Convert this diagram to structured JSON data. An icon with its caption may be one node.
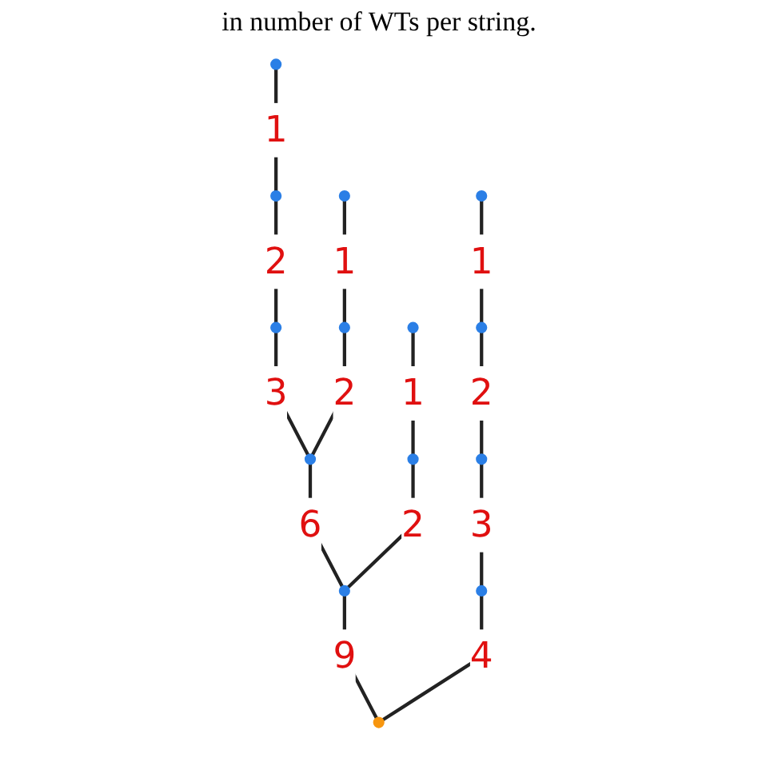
{
  "diagram": {
    "nodes": [
      {
        "text": [],
        "shape": "circle"
      },
      {
        "text": [],
        "shape": "circle"
      },
      {
        "text": [],
        "shape": "circle"
      },
      {
        "text": [],
        "shape": "circle"
      },
      {
        "text": [],
        "shape": "circle"
      },
      {
        "text": [],
        "shape": "circle"
      },
      {
        "text": [],
        "shape": "circle"
      },
      {
        "text": [],
        "shape": "circle"
      },
      {
        "text": [],
        "shape": "circle"
      },
      {
        "text": [],
        "shape": "circle"
      },
      {
        "text": [],
        "shape": "circle"
      },
      {
        "text": [],
        "shape": "circle"
      },
      {
        "text": [],
        "shape": "circle"
      },
      {
        "text": [],
        "shape": "circle"
      }
    ],
    "edges": [
      {
        "from": 13,
        "to": 10,
        "label": "9",
        "arrow": "none"
      },
      {
        "from": 13,
        "to": 12,
        "label": "4",
        "arrow": "none"
      },
      {
        "from": 10,
        "to": 7,
        "label": "2",
        "arrow": "none"
      },
      {
        "from": 7,
        "to": 5,
        "label": "1",
        "arrow": "none"
      },
      {
        "from": 10,
        "to": 6,
        "label": "6",
        "arrow": "none"
      },
      {
        "from": 6,
        "to": 4,
        "label": "2",
        "arrow": "none"
      },
      {
        "from": 4,
        "to": 3,
        "label": "1",
        "arrow": "none"
      },
      {
        "from": 6,
        "to": 2,
        "label": "3",
        "arrow": "none"
      },
      {
        "from": 2,
        "to": 1,
        "label": "2",
        "arrow": "none"
      },
      {
        "from": 1,
        "to": 0,
        "label": "1",
        "arrow": "none"
      },
      {
        "from": 12,
        "to": 11,
        "label": "3",
        "arrow": "none"
      },
      {
        "from": 11,
        "to": 8,
        "label": "2",
        "arrow": "none"
      },
      {
        "from": 8,
        "to": 9,
        "label": "1",
        "arrow": "none"
      }
    ],
    "labels": [
      "in number of WTs per string."
    ]
  }
}
